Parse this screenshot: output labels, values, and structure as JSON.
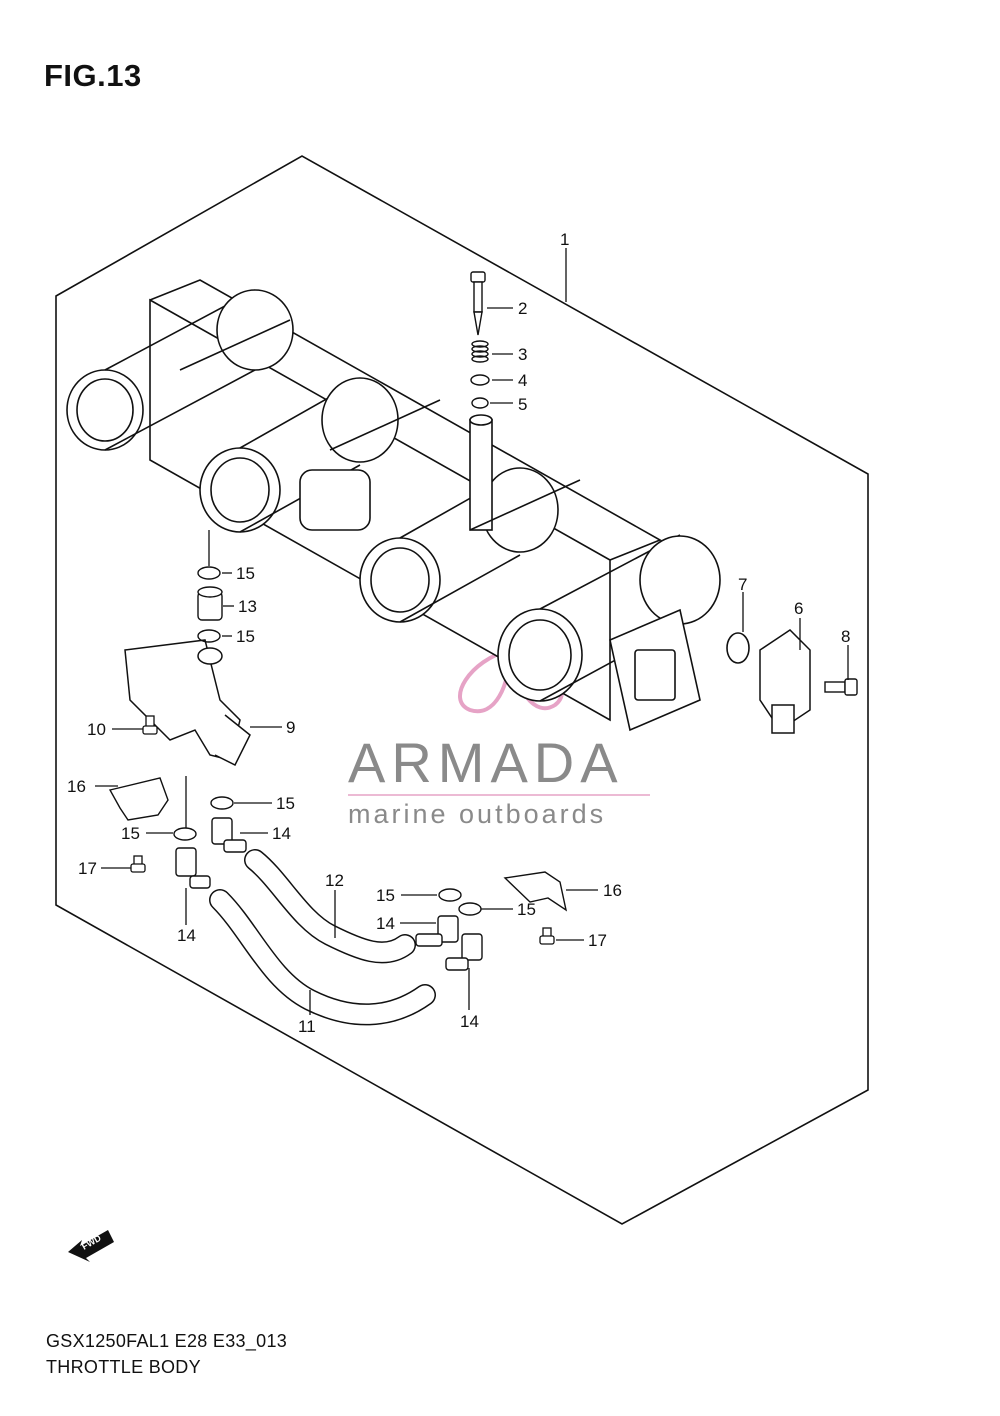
{
  "figure": {
    "title": "FIG.13",
    "model_code": "GSX1250FAL1 E28 E33_013",
    "section_name": "THROTTLE BODY"
  },
  "watermark": {
    "brand": "ARMADA",
    "tagline": "marine outboards",
    "logo_color": "#e6a3c6",
    "text_color": "#8a8a8a"
  },
  "fwd_marker": {
    "label": "FWD"
  },
  "callouts": [
    {
      "id": "c1",
      "label": "1"
    },
    {
      "id": "c2",
      "label": "2"
    },
    {
      "id": "c3",
      "label": "3"
    },
    {
      "id": "c4",
      "label": "4"
    },
    {
      "id": "c5",
      "label": "5"
    },
    {
      "id": "c6",
      "label": "6"
    },
    {
      "id": "c7",
      "label": "7"
    },
    {
      "id": "c8",
      "label": "8"
    },
    {
      "id": "c9",
      "label": "9"
    },
    {
      "id": "c10",
      "label": "10"
    },
    {
      "id": "c11",
      "label": "11"
    },
    {
      "id": "c12",
      "label": "12"
    },
    {
      "id": "c13",
      "label": "13"
    },
    {
      "id": "c14a",
      "label": "14"
    },
    {
      "id": "c14b",
      "label": "14"
    },
    {
      "id": "c14c",
      "label": "14"
    },
    {
      "id": "c14d",
      "label": "14"
    },
    {
      "id": "c15a",
      "label": "15"
    },
    {
      "id": "c15b",
      "label": "15"
    },
    {
      "id": "c15c",
      "label": "15"
    },
    {
      "id": "c15d",
      "label": "15"
    },
    {
      "id": "c15e",
      "label": "15"
    },
    {
      "id": "c15f",
      "label": "15"
    },
    {
      "id": "c16a",
      "label": "16"
    },
    {
      "id": "c16b",
      "label": "16"
    },
    {
      "id": "c17a",
      "label": "17"
    },
    {
      "id": "c17b",
      "label": "17"
    }
  ]
}
